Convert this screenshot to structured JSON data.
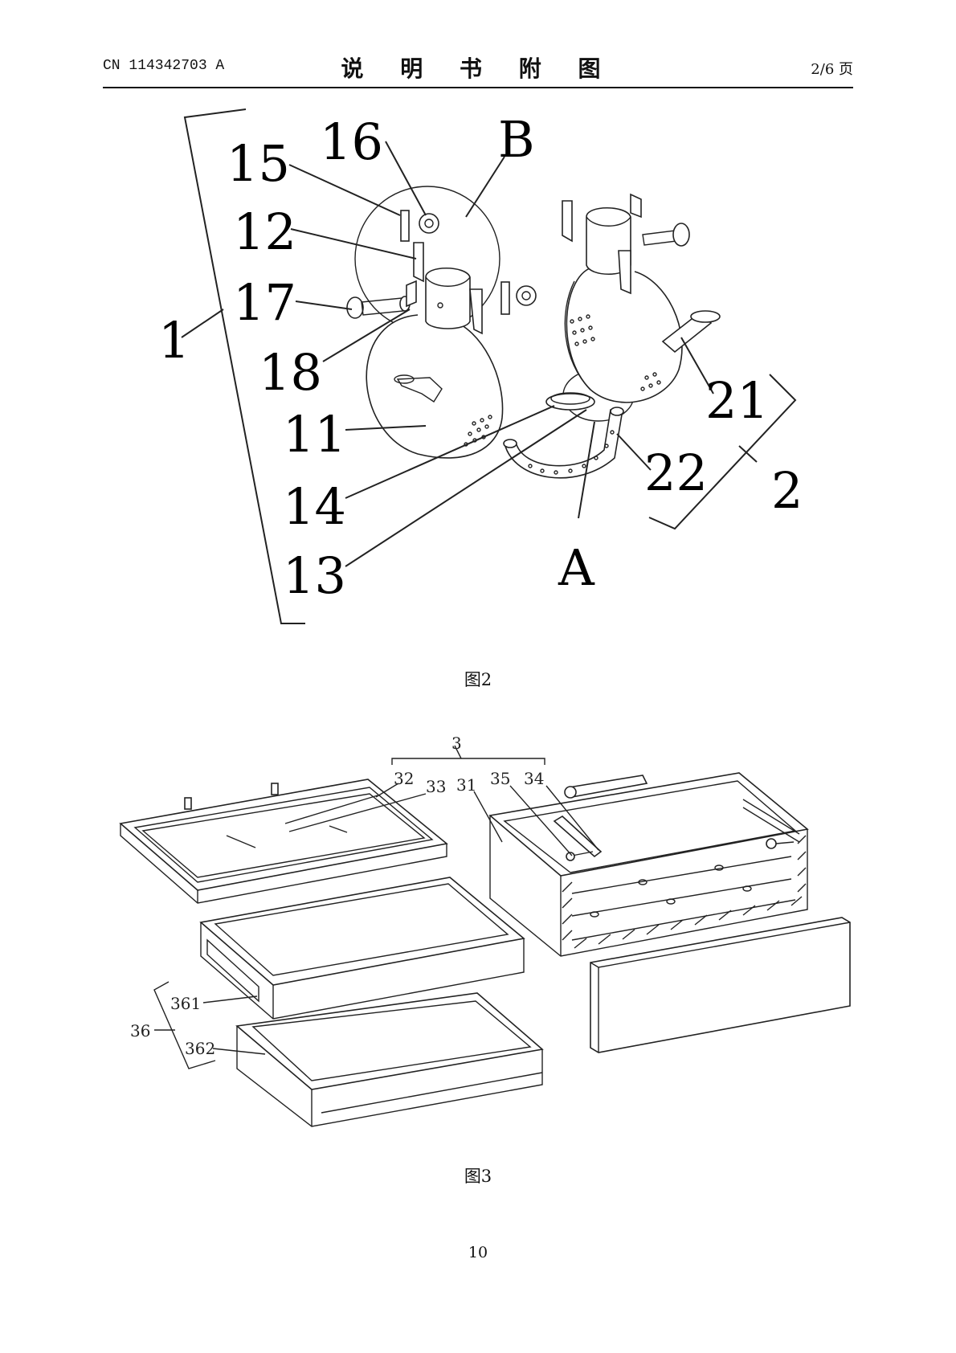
{
  "header": {
    "patent_number": "CN 114342703 A",
    "section_title": "说 明 书 附 图",
    "page_indicator": "2/6 页"
  },
  "figure2": {
    "caption": "图2",
    "labels": {
      "l1": "1",
      "l2": "2",
      "l11": "11",
      "l12": "12",
      "l13": "13",
      "l14": "14",
      "l15": "15",
      "l16": "16",
      "l17": "17",
      "l18": "18",
      "l21": "21",
      "l22": "22",
      "lA": "A",
      "lB": "B"
    }
  },
  "figure3": {
    "caption": "图3",
    "labels": {
      "l3": "3",
      "l31": "31",
      "l32": "32",
      "l33": "33",
      "l34": "34",
      "l35": "35",
      "l36": "36",
      "l361": "361",
      "l362": "362"
    }
  },
  "footer": {
    "page_number": "10"
  }
}
